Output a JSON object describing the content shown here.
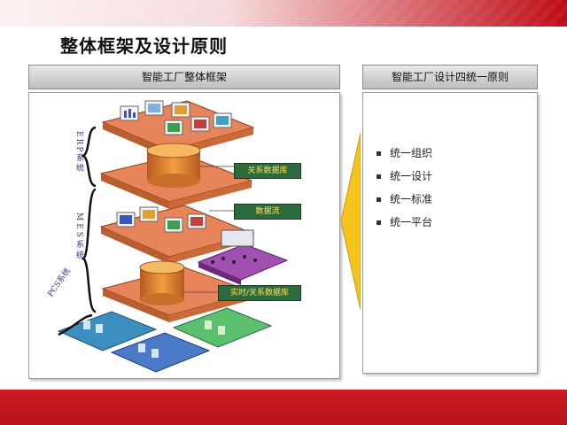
{
  "title": "整体框架及设计原则",
  "left_panel": {
    "header": "智能工厂整体框架",
    "layer_labels": {
      "erp": "ERP系统",
      "mes": "MES系统",
      "pcs": "PCS系统"
    },
    "callouts": {
      "relational_db": "关系数据库",
      "data_flow": "数据流",
      "realtime_db": "实时/关系数据库"
    }
  },
  "right_panel": {
    "header": "智能工厂设计四统一原则",
    "principles": [
      "统一组织",
      "统一设计",
      "统一标准",
      "统一平台"
    ]
  },
  "colors": {
    "brand_red": "#c8141e",
    "layer_orange": "#e8845a",
    "callout_green": "#2d6b3f",
    "callout_text": "#ffe14a"
  }
}
